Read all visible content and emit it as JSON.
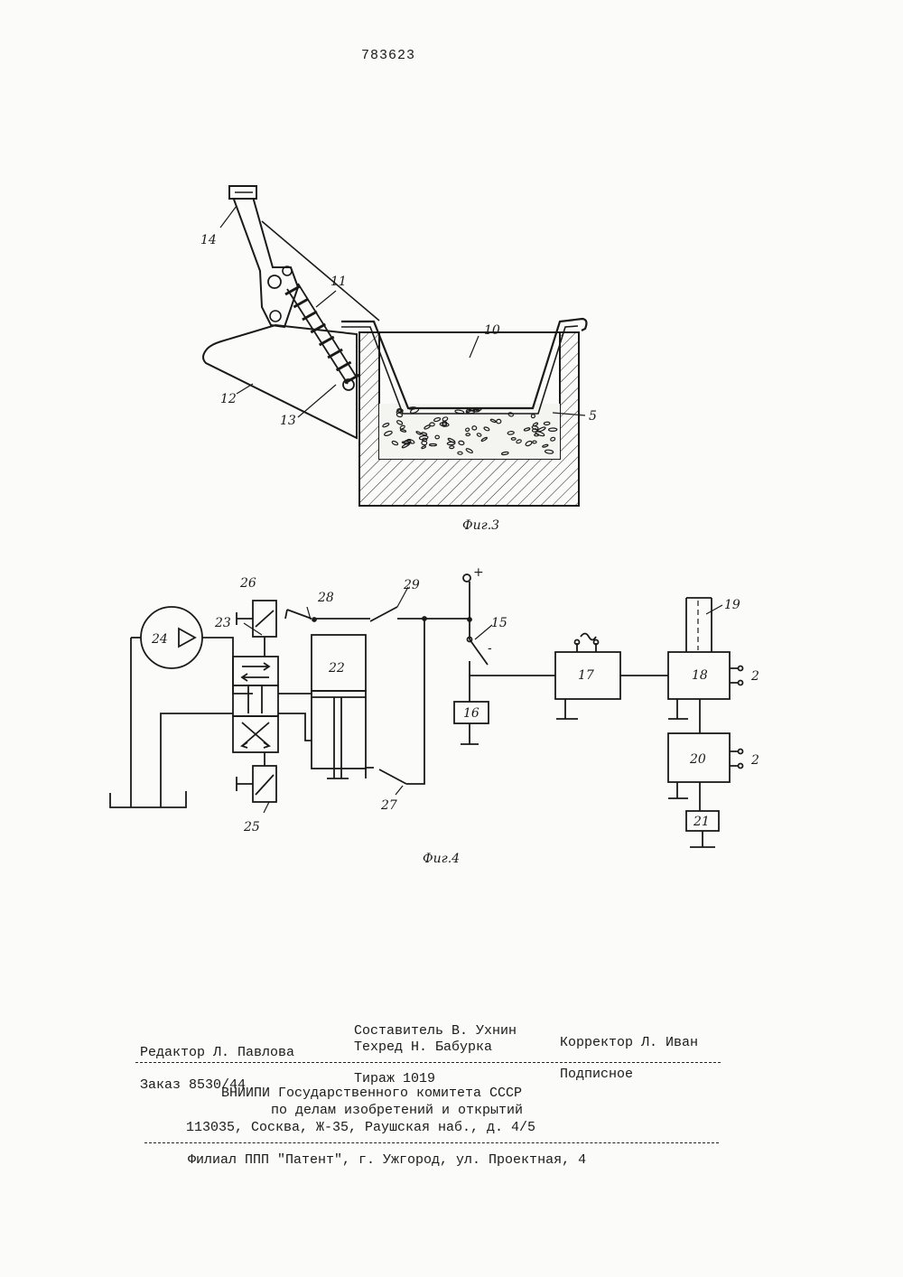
{
  "header": {
    "patent_number": "783623"
  },
  "fig3": {
    "caption": "Фиг.3",
    "labels": {
      "l14": "14",
      "l11": "11",
      "l10": "10",
      "l12": "12",
      "l13": "13",
      "l5": "5"
    }
  },
  "fig4": {
    "caption": "Фиг.4",
    "labels": {
      "l26": "26",
      "l28": "28",
      "l29": "29",
      "l24": "24",
      "l23": "23",
      "l22": "22",
      "l15": "15",
      "l17": "17",
      "l18": "18",
      "l19": "19",
      "l16": "16",
      "l20": "20",
      "l21": "21",
      "l25": "25",
      "l27": "27",
      "plus": "+",
      "minus": "-",
      "tilde": "~",
      "t18": "2",
      "t20": "2"
    }
  },
  "footer": {
    "compiler": "Составитель В. Ухнин",
    "editor": "Редактор Л. Павлова",
    "techred": "Техред Н. Бабурка",
    "corrector": "Корректор Л. Иван",
    "order": "Заказ 8530/44",
    "circulation": "Тираж 1019",
    "subscription": "Подписное",
    "org1": "ВНИИПИ Государственного комитета СССР",
    "org2": "по делам изобретений и открытий",
    "address": "113035, Сосква, Ж-35, Раушская наб., д. 4/5",
    "branch": "Филиал ППП \"Патент\", г. Ужгород, ул. Проектная, 4"
  }
}
